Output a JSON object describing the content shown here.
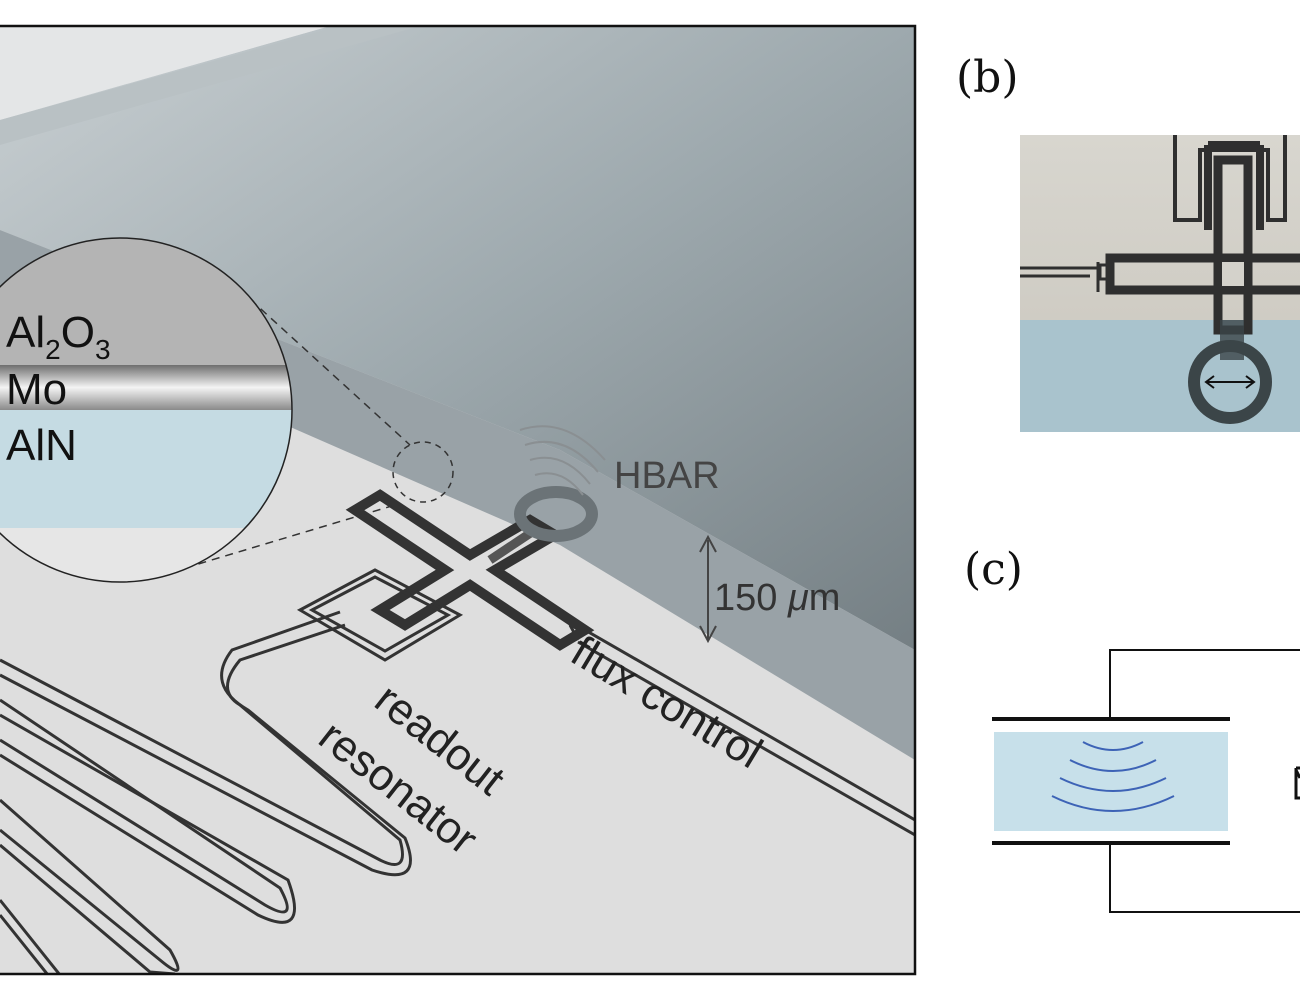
{
  "panel_a": {
    "layers": {
      "top": "Al",
      "top_sub1": "2",
      "top_mid": "O",
      "top_sub2": "3",
      "middle": "Mo",
      "bottom": "AlN"
    },
    "hbar_label": "HBAR",
    "scale_value": "150 ",
    "scale_unit_symbol": "μ",
    "scale_unit": "m",
    "flux_label": "flux control",
    "readout_line1": "readout",
    "readout_line2": "resonator",
    "colors": {
      "substrate": "#dcdcdc",
      "chip": "#8e9aa0",
      "aln": "#c5dbe3",
      "circuit": "#333333"
    }
  },
  "panel_b": {
    "label": "(b)"
  },
  "panel_c": {
    "label": "(c)"
  }
}
